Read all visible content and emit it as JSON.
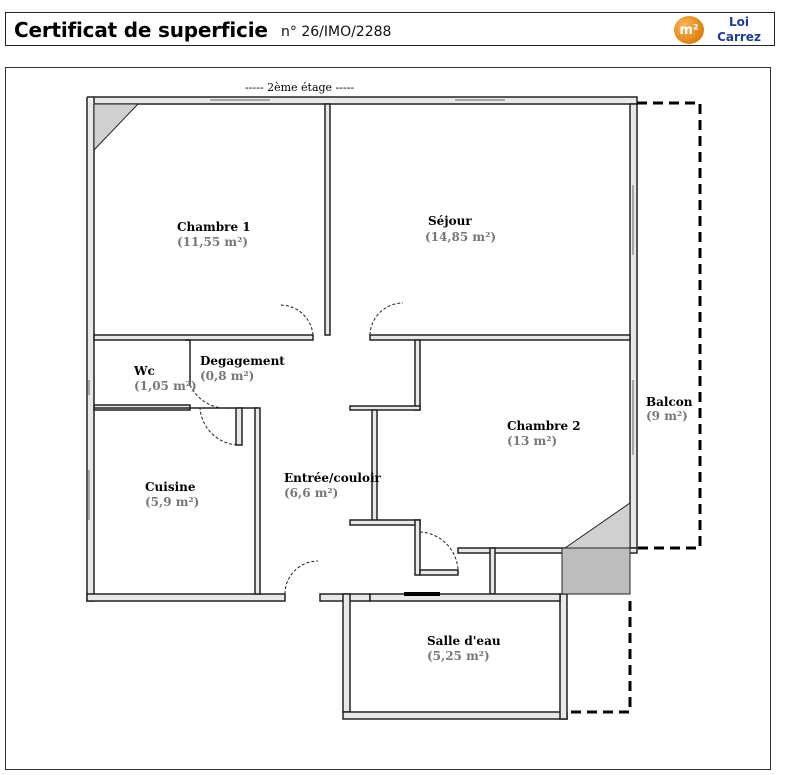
{
  "header": {
    "title": "Certificat de superficie",
    "cert_number": "n° 26/IMO/2288",
    "logo": {
      "badge": "m²",
      "line1": "Loi",
      "line2": "Carrez",
      "badge_color": "#e8901e",
      "text_color": "#1e3d8f"
    }
  },
  "plan": {
    "floor_label": "----- 2ème étage -----",
    "rooms": {
      "chambre1": {
        "name": "Chambre 1",
        "area": "(11,55 m²)"
      },
      "sejour": {
        "name": "Séjour",
        "area": "(14,85 m²)"
      },
      "wc": {
        "name": "Wc",
        "area": "(1,05 m²)"
      },
      "degagement": {
        "name": "Degagement",
        "area": "(0,8 m²)"
      },
      "chambre2": {
        "name": "Chambre 2",
        "area": "(13 m²)"
      },
      "balcon": {
        "name": "Balcon",
        "area": "(9 m²)"
      },
      "cuisine": {
        "name": "Cuisine",
        "area": "(5,9 m²)"
      },
      "entree": {
        "name": "Entrée/couloir",
        "area": "(6,6 m²)"
      },
      "salle_eau": {
        "name": "Salle d'eau",
        "area": "(5,25 m²)"
      }
    }
  }
}
